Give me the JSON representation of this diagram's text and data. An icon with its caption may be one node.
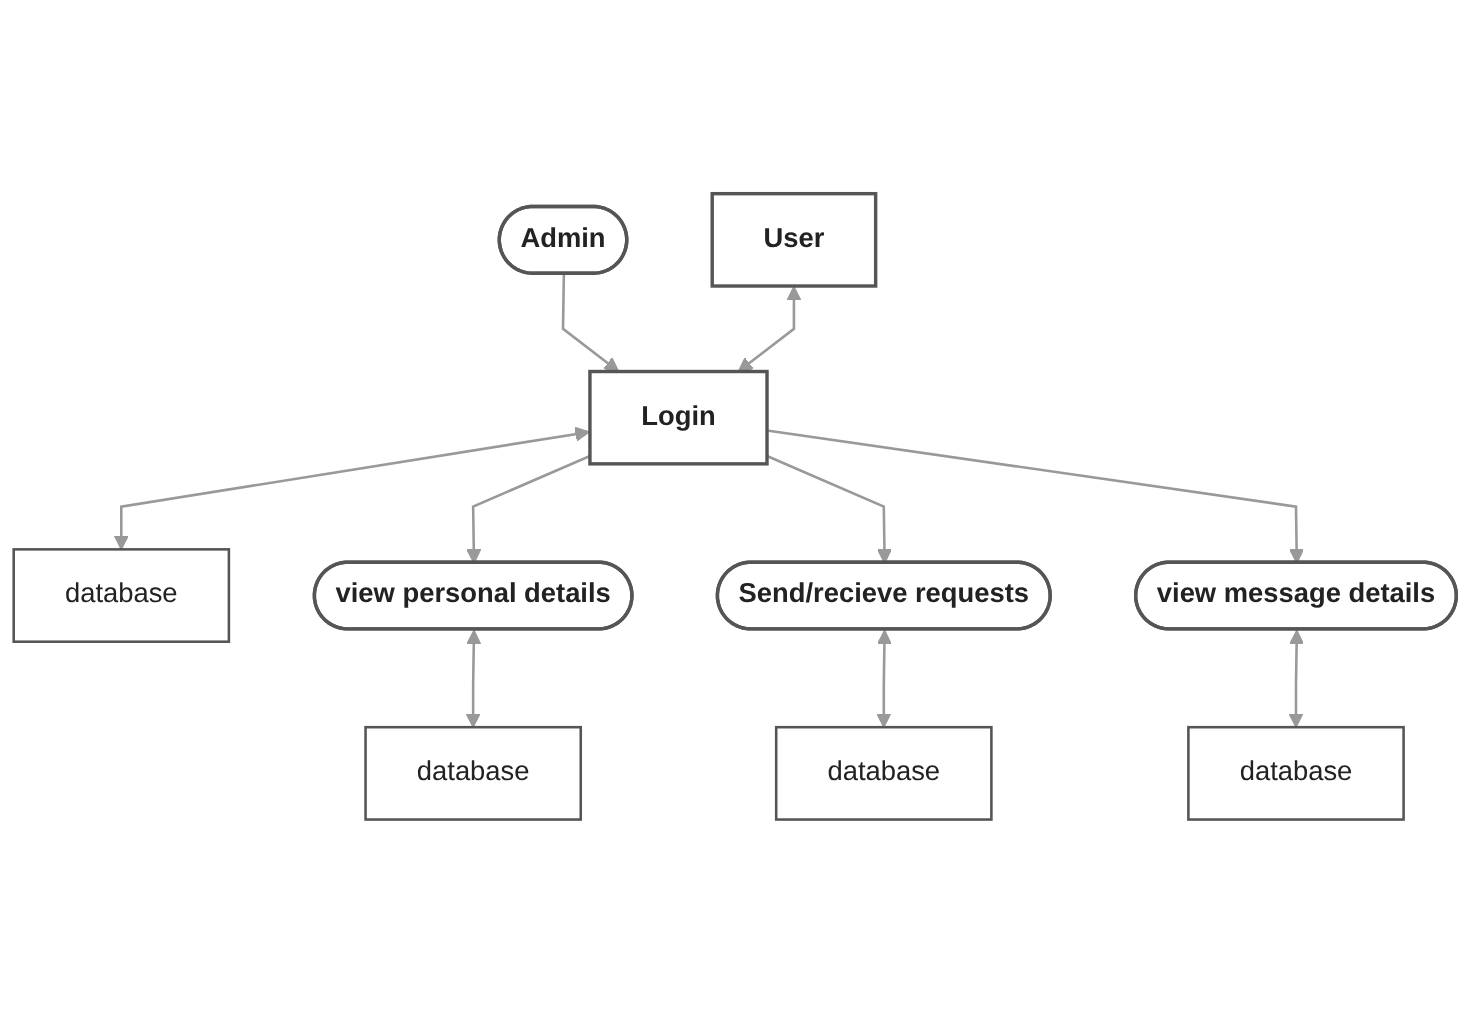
{
  "diagram": {
    "nodes": [
      {
        "text": [
          "Admin"
        ]
      },
      {
        "text": [
          "User"
        ]
      },
      {
        "text": [
          "Login"
        ]
      },
      {
        "text": [
          "database"
        ]
      },
      {
        "text": [
          "view personal details"
        ]
      },
      {
        "text": [
          "Send/recieve requests"
        ]
      },
      {
        "text": [
          "view message details"
        ]
      },
      {
        "text": [
          "database"
        ]
      },
      {
        "text": [
          "database"
        ]
      },
      {
        "text": [
          "database"
        ]
      }
    ],
    "edges": [
      {
        "from": 0,
        "to": 2,
        "arrow": "to"
      },
      {
        "from": 1,
        "to": 2,
        "arrow": "both"
      },
      {
        "from": 2,
        "to": 3,
        "arrow": "both"
      },
      {
        "from": 2,
        "to": 4,
        "arrow": "to"
      },
      {
        "from": 2,
        "to": 5,
        "arrow": "to"
      },
      {
        "from": 2,
        "to": 6,
        "arrow": "to"
      },
      {
        "from": 4,
        "to": 7,
        "arrow": "both"
      },
      {
        "from": 5,
        "to": 8,
        "arrow": "both"
      },
      {
        "from": 6,
        "to": 9,
        "arrow": "both"
      }
    ]
  }
}
